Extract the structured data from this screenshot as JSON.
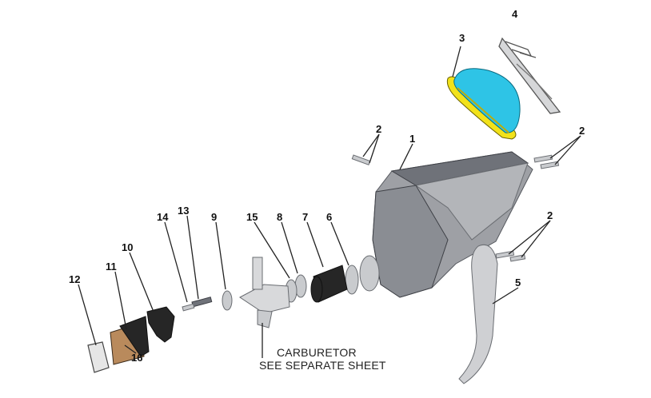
{
  "labels": {
    "p1": "1",
    "p2a": "2",
    "p2b": "2",
    "p2c": "2",
    "p3": "3",
    "p4": "4",
    "p5": "5",
    "p6": "6",
    "p7": "7",
    "p8": "8",
    "p9": "9",
    "p10": "10",
    "p11": "11",
    "p12": "12",
    "p13": "13",
    "p14": "14",
    "p15": "15",
    "p16": "16"
  },
  "note": {
    "line1": "CARBURETOR",
    "line2": "SEE SEPARATE SHEET"
  },
  "colors": {
    "filter_foam": "#2ec4e6",
    "filter_frame": "#f2e21a",
    "reed_block": "#b98a5c"
  }
}
